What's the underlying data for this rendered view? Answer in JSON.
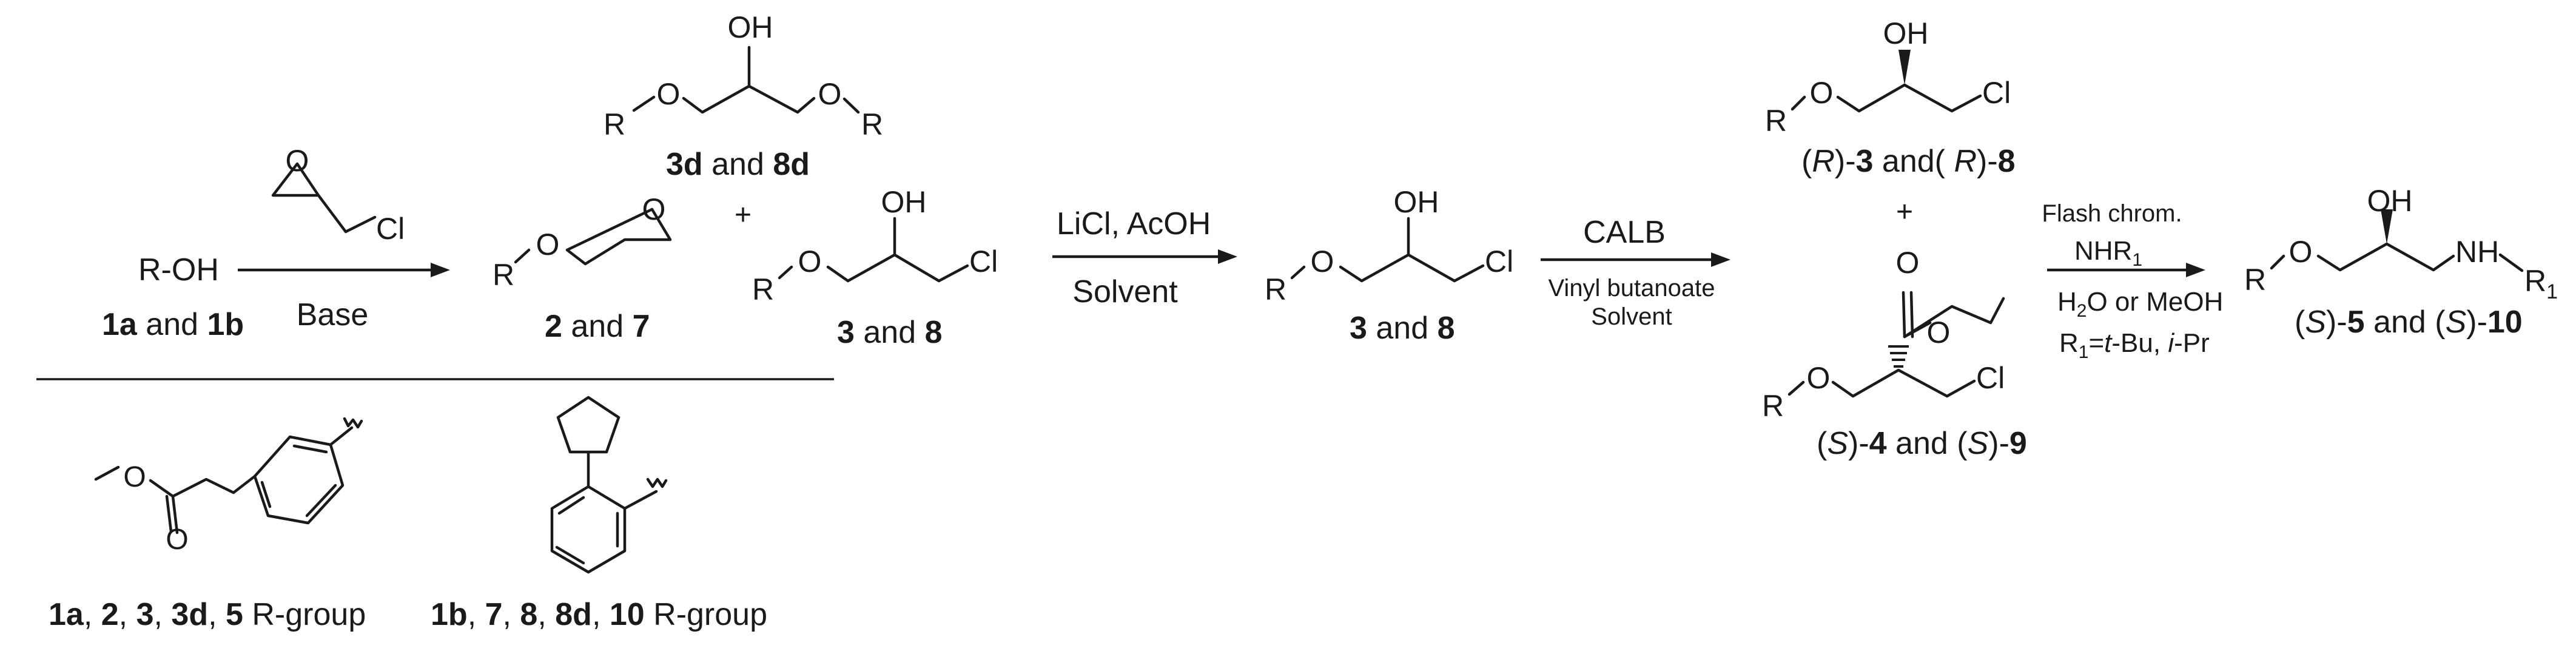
{
  "scheme": {
    "epichlorohydrin": {
      "O": "O",
      "Cl": "Cl"
    },
    "start": {
      "formula": "R-OH",
      "label_bold1": "1a",
      "label_and": " and ",
      "label_bold2": "1b"
    },
    "step1": {
      "condition_below": "Base"
    },
    "epoxide": {
      "R": "R",
      "O1": "O",
      "O2": "O",
      "label_bold1": "2",
      "label_and": " and ",
      "label_bold2": "7"
    },
    "plus1": "+",
    "diether": {
      "OH": "OH",
      "R1": "R",
      "O1": "O",
      "O2": "O",
      "R2": "R",
      "label_bold1": "3d",
      "label_and": " and ",
      "label_bold2": "8d"
    },
    "chlorohydrin_a": {
      "OH": "OH",
      "R": "R",
      "O": "O",
      "Cl": "Cl",
      "label_bold1": "3",
      "label_and": " and ",
      "label_bold2": "8"
    },
    "step2": {
      "condition_above": "LiCl, AcOH",
      "condition_below": "Solvent"
    },
    "chlorohydrin_b": {
      "OH": "OH",
      "R": "R",
      "O": "O",
      "Cl": "Cl",
      "label_bold1": "3",
      "label_and": " and ",
      "label_bold2": "8"
    },
    "step3": {
      "condition_above": "CALB",
      "condition_below1": "Vinyl butanoate",
      "condition_below2": "Solvent"
    },
    "r_product": {
      "OH": "OH",
      "R": "R",
      "O": "O",
      "Cl": "Cl",
      "label_p1": "(",
      "label_i1": "R",
      "label_p2": ")-",
      "label_b1": "3",
      "label_mid": " and( ",
      "label_i2": "R",
      "label_p3": ")-",
      "label_b2": "8"
    },
    "plus2": "+",
    "s_ester": {
      "carbonylO": "O",
      "esterO": "O",
      "R": "R",
      "O": "O",
      "Cl": "Cl",
      "label_p1": "(",
      "label_i1": "S",
      "label_p2": ")-",
      "label_b1": "4",
      "label_mid": " and (",
      "label_i2": "S",
      "label_p3": ")-",
      "label_b2": "9"
    },
    "step4": {
      "condition_above": "Flash chrom.",
      "reagent_main": "NHR",
      "reagent_sub": "1",
      "solvent_h": "H",
      "solvent_sub": "2",
      "solvent_rest": "O or MeOH",
      "r1_main": "R",
      "r1_sub": "1",
      "r1_eq": "=",
      "r1_tbu": "t",
      "r1_bu": "-Bu, ",
      "r1_i": "i",
      "r1_pr": "-Pr"
    },
    "final": {
      "OH": "OH",
      "R": "R",
      "O": "O",
      "NH": "NH",
      "R1_main": "R",
      "R1_sub": "1",
      "label_p1": "(",
      "label_i1": "S",
      "label_p2": ")-",
      "label_b1": "5",
      "label_mid": " and (",
      "label_i2": "S",
      "label_p3": ")-",
      "label_b2": "10"
    },
    "group_a": {
      "O": "O",
      "O2": "O",
      "caption_b1": "1a",
      "caption_s1": ", ",
      "caption_b2": "2",
      "caption_s2": ", ",
      "caption_b3": "3",
      "caption_s3": ", ",
      "caption_b4": "3d",
      "caption_s4": ", ",
      "caption_b5": "5",
      "caption_rest": " R-group"
    },
    "group_b": {
      "caption_b1": "1b",
      "caption_s1": ", ",
      "caption_b2": "7",
      "caption_s2": ", ",
      "caption_b3": "8",
      "caption_s3": ", ",
      "caption_b4": "8d",
      "caption_s4": ", ",
      "caption_b5": "10",
      "caption_rest": " R-group"
    }
  }
}
